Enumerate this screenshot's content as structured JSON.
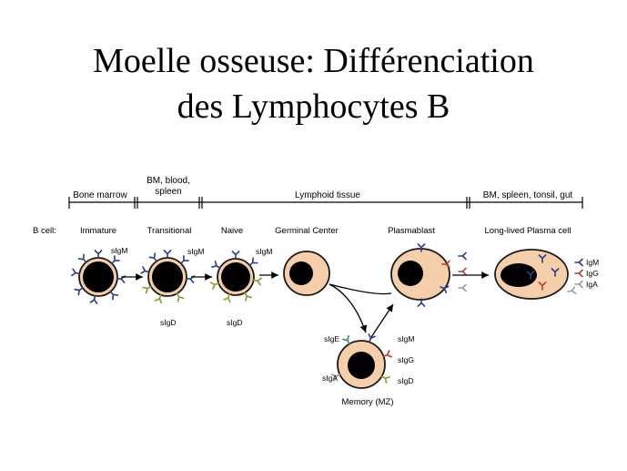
{
  "title": {
    "line1": "Moelle osseuse: Différenciation",
    "line2": "des Lymphocytes B"
  },
  "regions": {
    "bone_marrow": "Bone marrow",
    "bm_blood_1": "BM, blood,",
    "bm_blood_2": "spleen",
    "lymphoid": "Lymphoid tissue",
    "bm_spleen": "BM, spleen, tonsil, gut"
  },
  "row_label": "B cell:",
  "stages": {
    "immature": "Immature",
    "transitional": "Transitional",
    "naive": "Naive",
    "germinal": "Germinal Center",
    "plasmablast": "Plasmablast",
    "plasma": "Long-lived Plasma cell",
    "memory": "Memory (MZ)"
  },
  "antibodies": {
    "sigm1": "sIgM",
    "sigm2": "sIgM",
    "sigd1": "sIgD",
    "sigm3": "sIgM",
    "sigd2": "sIgD",
    "igm": "IgM",
    "igg": "IgG",
    "iga": "IgA",
    "sige": "sIgE",
    "siga": "sIgA",
    "sigm4": "sIgM",
    "sigg": "sIgG",
    "sigd3": "sIgD"
  },
  "colors": {
    "cytoplasm": "#f5ceaa",
    "igm": "#2a3b8f",
    "igd": "#8a9a2a",
    "igg": "#b2402c",
    "iga": "#9a9a9a",
    "ige": "#3a8a6a"
  }
}
